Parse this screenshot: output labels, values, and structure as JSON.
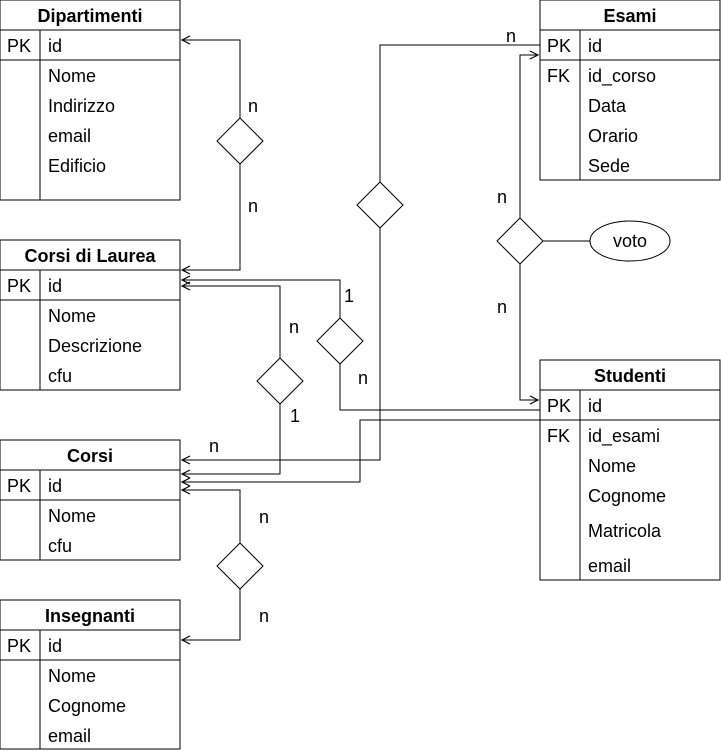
{
  "entities": {
    "dipartimenti": {
      "title": "Dipartimenti",
      "pk_key": "PK",
      "pk_field": "id",
      "fields": [
        "Nome",
        "Indirizzo",
        "email",
        "Edificio"
      ]
    },
    "corsi_laurea": {
      "title": "Corsi di Laurea",
      "pk_key": "PK",
      "pk_field": "id",
      "fields": [
        "Nome",
        "Descrizione",
        "cfu"
      ]
    },
    "corsi": {
      "title": "Corsi",
      "pk_key": "PK",
      "pk_field": "id",
      "fields": [
        "Nome",
        "cfu"
      ]
    },
    "insegnanti": {
      "title": "Insegnanti",
      "pk_key": "PK",
      "pk_field": "id",
      "fields": [
        "Nome",
        "Cognome",
        "email"
      ]
    },
    "esami": {
      "title": "Esami",
      "pk_key": "PK",
      "pk_field": "id",
      "fk_key": "FK",
      "fk_field": "id_corso",
      "fields": [
        "Data",
        "Orario",
        "Sede"
      ]
    },
    "studenti": {
      "title": "Studenti",
      "pk_key": "PK",
      "pk_field": "id",
      "fk_key": "FK",
      "fk_field": "id_esami",
      "fields": [
        "Nome",
        "Cognome",
        "Matricola",
        "email"
      ]
    }
  },
  "attribute_voto": "voto",
  "cardinalities": {
    "dip_upper": "n",
    "dip_lower": "n",
    "esami_top": "n",
    "esami_stud_upper": "n",
    "esami_stud_lower": "n",
    "cl_stud_one": "1",
    "cl_stud_n": "n",
    "cl_corsi_n": "n",
    "cl_corsi_one": "1",
    "corsi_left": "n",
    "ins_upper": "n",
    "ins_lower": "n"
  }
}
